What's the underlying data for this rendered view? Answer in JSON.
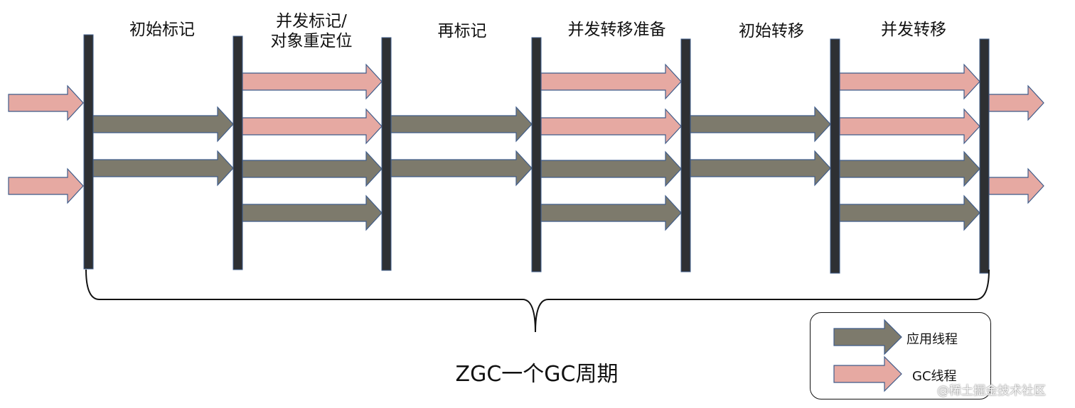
{
  "phases": [
    "初始标记",
    "并发标记/\n对象重定位",
    "再标记",
    "并发转移准备",
    "初始转移",
    "并发转移"
  ],
  "cycle_label": "ZGC一个GC周期",
  "legend": {
    "app_thread": "应用线程",
    "gc_thread": "GC线程"
  },
  "watermark": "@稀土掘金技术社区",
  "colors": {
    "app_thread": "#7d7a6c",
    "gc_thread": "#e6a9a2",
    "arrow_stroke": "#3f5c8a",
    "pause_bar": "#2e3033"
  },
  "segments": [
    {
      "threads": [
        "gc",
        "gc"
      ]
    },
    {
      "threads": [
        "app",
        "app"
      ]
    },
    {
      "threads": [
        "gc",
        "gc",
        "app",
        "app"
      ]
    },
    {
      "threads": [
        "app",
        "app"
      ]
    },
    {
      "threads": [
        "gc",
        "gc",
        "app",
        "app"
      ]
    },
    {
      "threads": [
        "app",
        "app"
      ]
    },
    {
      "threads": [
        "gc",
        "gc",
        "app",
        "app"
      ]
    },
    {
      "threads": [
        "gc",
        "gc"
      ]
    }
  ]
}
